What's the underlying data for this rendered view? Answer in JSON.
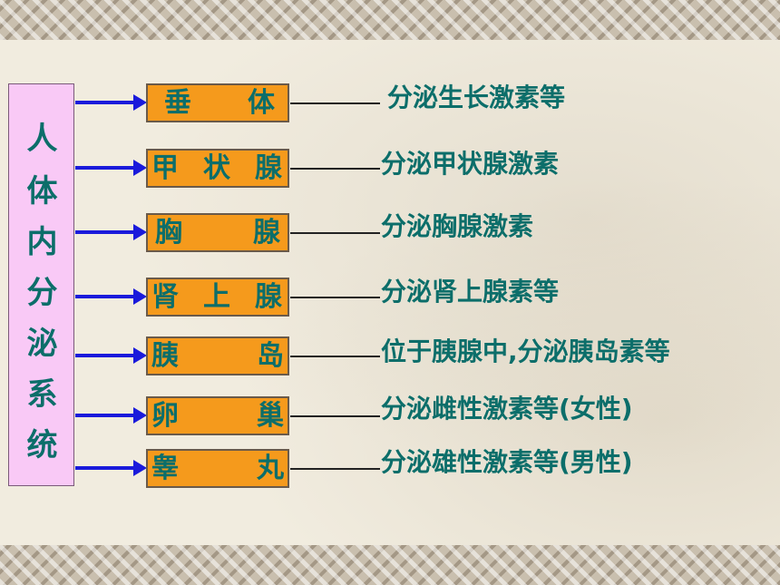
{
  "system_label": [
    "人",
    "体",
    "内",
    "分",
    "泌",
    "系",
    "统"
  ],
  "glands": [
    {
      "chars": [
        "垂",
        "体"
      ],
      "function": "分泌生长激素等"
    },
    {
      "chars": [
        "甲",
        "状",
        "腺"
      ],
      "function": "分泌甲状腺激素"
    },
    {
      "chars": [
        "胸",
        "腺"
      ],
      "function": "分泌胸腺激素"
    },
    {
      "chars": [
        "肾",
        "上",
        "腺"
      ],
      "function": "分泌肾上腺素等"
    },
    {
      "chars": [
        "胰",
        "岛"
      ],
      "function": "位于胰腺中,分泌胰岛素等"
    },
    {
      "chars": [
        "卵",
        "巢"
      ],
      "function": "分泌雌性激素等(女性)"
    },
    {
      "chars": [
        "睾",
        "丸"
      ],
      "function": "分泌雄性激素等(男性)"
    }
  ],
  "colors": {
    "text": "#0c6e6a",
    "arrow": "#1a1adb",
    "gland_box": "#f59a1c",
    "system_box": "#f9c9f6"
  }
}
